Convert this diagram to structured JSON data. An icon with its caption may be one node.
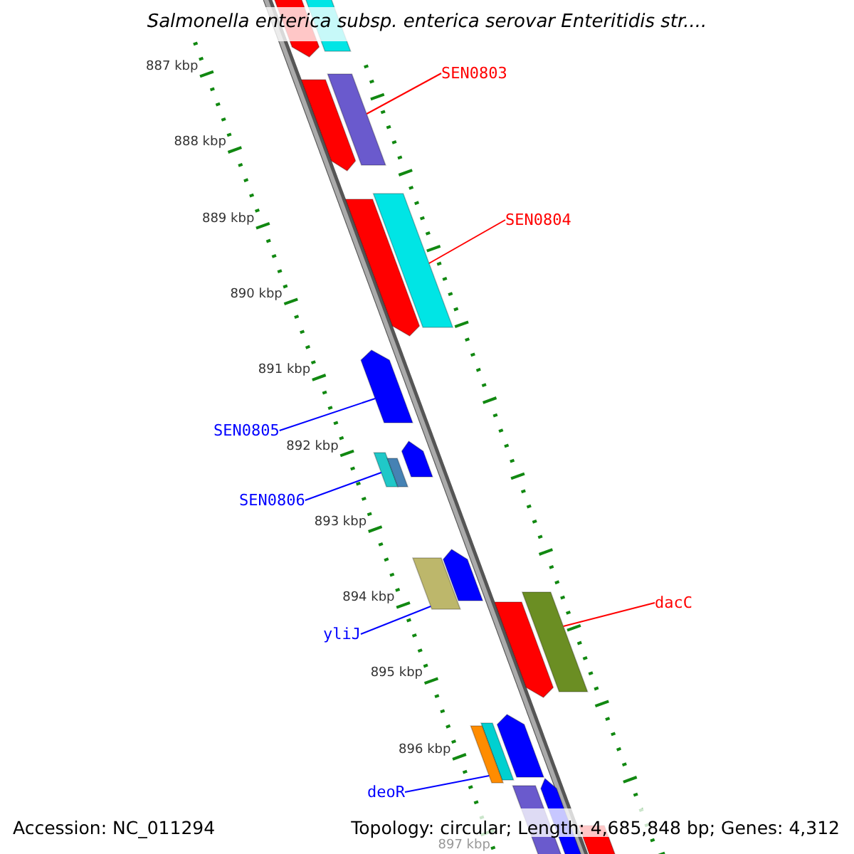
{
  "diagram": {
    "title": "Salmonella enterica subsp. enterica serovar Enteritidis str....",
    "nodes": [
      {
        "text": [
          "SEN0803"
        ]
      },
      {
        "text": [
          "SEN0804"
        ]
      },
      {
        "text": [
          "SEN0805"
        ]
      },
      {
        "text": [
          "SEN0806"
        ]
      },
      {
        "text": [
          "dacC"
        ]
      },
      {
        "text": [
          "yliJ"
        ]
      },
      {
        "text": [
          "deoR"
        ]
      },
      {
        "text": [],
        "shape": "bar"
      },
      {
        "text": [],
        "shape": "bar"
      },
      {
        "text": [],
        "shape": "bar"
      },
      {
        "text": [],
        "shape": "bar"
      },
      {
        "text": [],
        "shape": "bar"
      },
      {
        "text": [],
        "shape": "bar"
      },
      {
        "text": [],
        "shape": "bar"
      },
      {
        "text": [],
        "shape": "bar"
      },
      {
        "text": [],
        "shape": "bar"
      },
      {
        "text": [],
        "shape": "bar"
      },
      {
        "text": [],
        "shape": "bar"
      },
      {
        "text": [],
        "shape": "bar"
      },
      {
        "text": [],
        "shape": "bar"
      },
      {
        "text": [],
        "shape": "bar"
      },
      {
        "text": [],
        "shape": "bar"
      },
      {
        "text": [],
        "shape": "bar"
      },
      {
        "text": [],
        "shape": "bar"
      },
      {
        "text": [],
        "shape": "bar"
      },
      {
        "text": [],
        "shape": "bar"
      },
      {
        "text": [],
        "shape": "bar"
      }
    ],
    "edges": [
      {
        "from": 0,
        "to": 9,
        "arrow": "none",
        "color": "#ff0000"
      },
      {
        "from": 1,
        "to": 11,
        "arrow": "none",
        "color": "#ff0000"
      },
      {
        "from": 2,
        "to": 13,
        "arrow": "none"
      },
      {
        "from": 3,
        "to": 15,
        "arrow": "none"
      },
      {
        "from": 4,
        "to": 19,
        "arrow": "none",
        "color": "#ff0000"
      },
      {
        "from": 5,
        "to": 18,
        "arrow": "none"
      },
      {
        "from": 6,
        "to": 23,
        "arrow": "none"
      }
    ],
    "labels": [
      "887 kbp",
      "888 kbp",
      "889 kbp",
      "890 kbp",
      "891 kbp",
      "892 kbp",
      "893 kbp",
      "894 kbp",
      "895 kbp",
      "896 kbp",
      "897 kbp",
      "Accession: NC_011294",
      "Topology: circular; Length: 4,685,848 bp; Genes: 4,312"
    ]
  }
}
